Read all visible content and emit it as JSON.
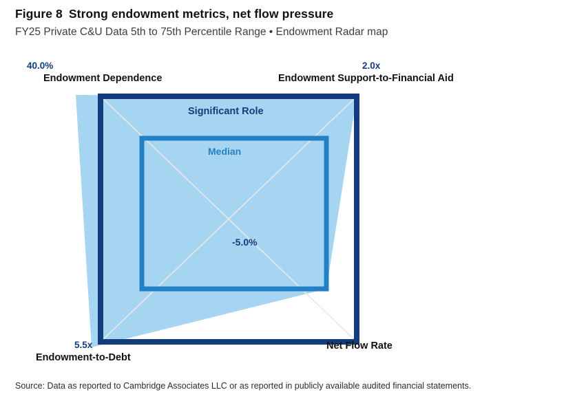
{
  "header": {
    "figure_number": "Figure 8",
    "title": "Strong endowment metrics, net flow pressure",
    "subtitle": "FY25 Private C&U Data 5th to 75th Percentile Range • Endowment Radar map"
  },
  "legend": {
    "outer_label": "Significant Role",
    "inner_label": "Median",
    "center_label": "-5.0%"
  },
  "source": {
    "text": "Source: Data as reported to Cambridge Associates LLC or as reported in publicly available audited financial statements."
  },
  "colors": {
    "outer_ring": "#123c7c",
    "inner_ring": "#2181c4",
    "series_fill": "#a6d5f2",
    "grid": "#e6e6e6",
    "axis_value_text": "#123c7c",
    "axis_name_text": "#111111",
    "background": "#ffffff"
  },
  "chart_data": {
    "type": "radar",
    "title": "Strong endowment metrics, net flow pressure",
    "subtitle": "FY25 Private C&U Data 5th to 75th Percentile Range • Endowment Radar map",
    "axes": [
      {
        "position": "top-left",
        "name": "Endowment Dependence",
        "value": "40.0%",
        "numeric": 40.0,
        "unit": "%"
      },
      {
        "position": "top-right",
        "name": "Endowment Support-to-Financial Aid",
        "value": "2.0x",
        "numeric": 2.0,
        "unit": "x"
      },
      {
        "position": "bottom-right",
        "name": "Net Flow Rate",
        "value": "-5.0%",
        "numeric": -5.0,
        "unit": "%"
      },
      {
        "position": "bottom-left",
        "name": "Endowment-to-Debt",
        "value": "5.5x",
        "numeric": 5.5,
        "unit": "x"
      }
    ],
    "rings": [
      {
        "name": "Significant Role",
        "style": "outer-square",
        "color": "#123c7c"
      },
      {
        "name": "Median",
        "style": "inner-square",
        "color": "#2181c4"
      }
    ],
    "series": [
      {
        "name": "FY25 Private C&U 5th to 75th Percentile Range",
        "fill": "#a6d5f2",
        "shape": "quadrilateral",
        "note": "Extends beyond the outer ring on the Endowment Dependence axis; reaches the outer ring on Endowment Support-to-Financial Aid and Endowment-to-Debt; falls near the center on Net Flow Rate."
      }
    ],
    "grid": true,
    "legend_position": "inline"
  }
}
